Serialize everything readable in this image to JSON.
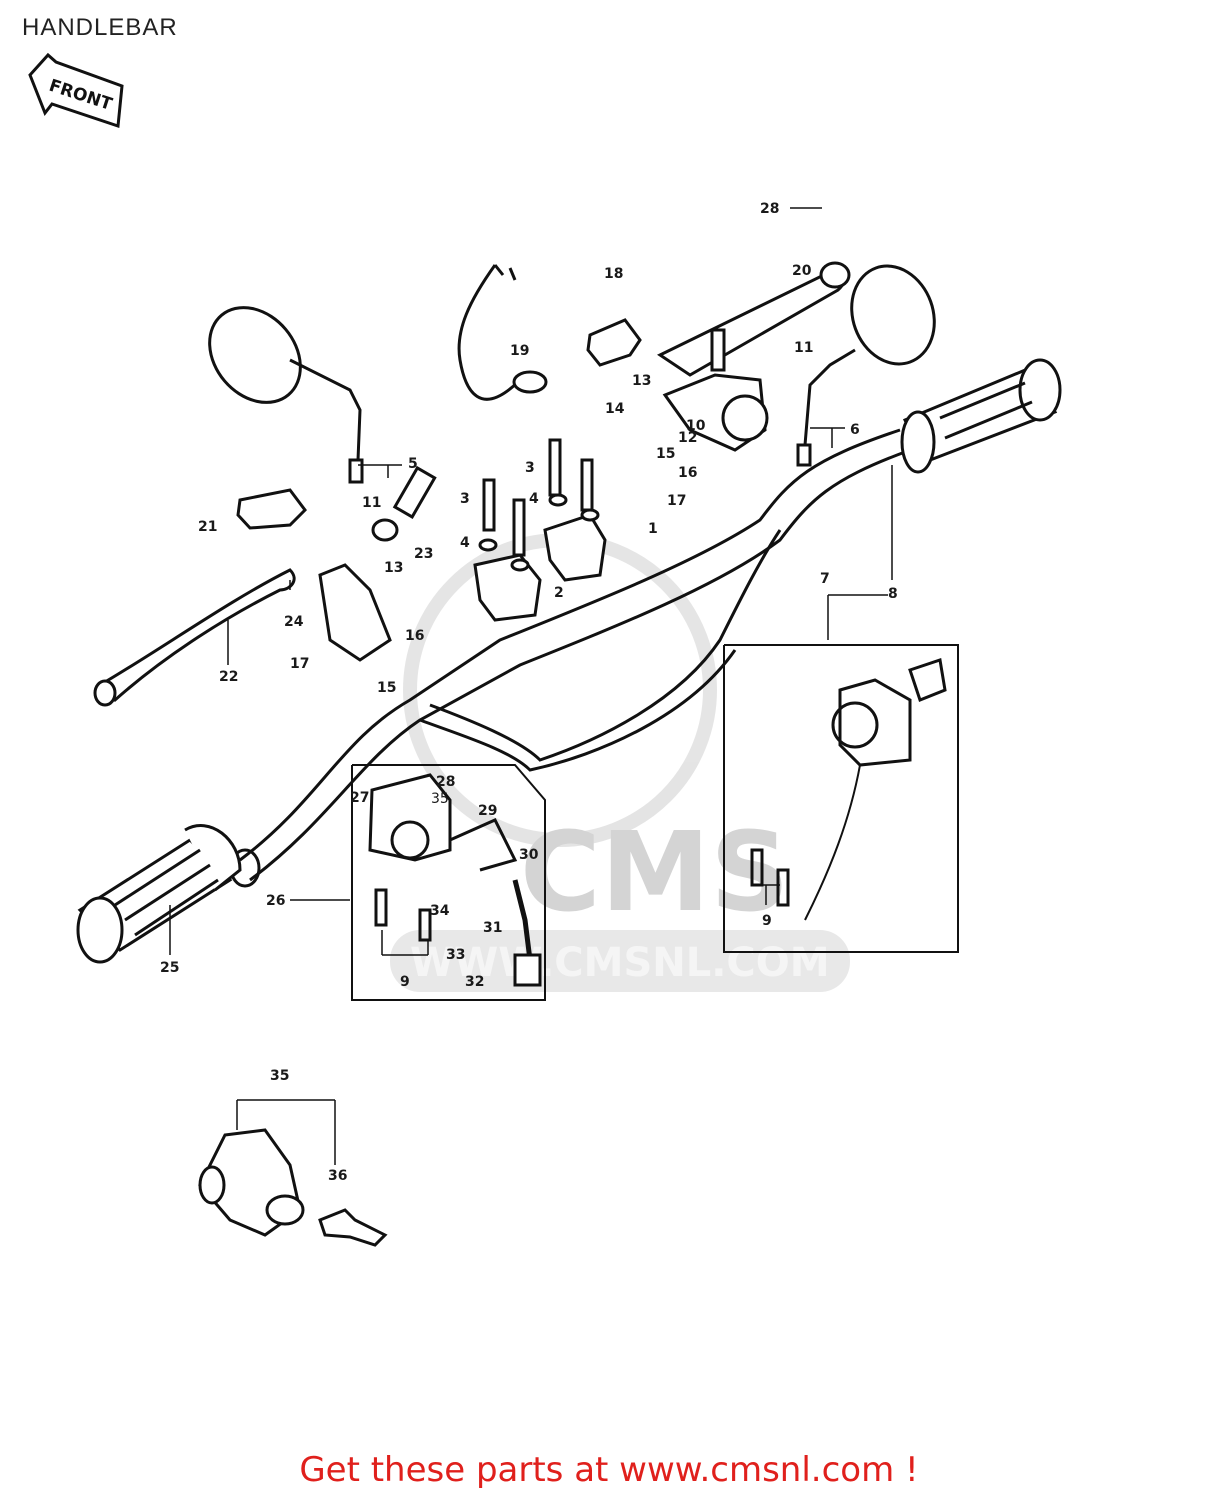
{
  "title": "HANDLEBAR",
  "front_label": "FRONT",
  "watermark": {
    "brand": "CMS",
    "url": "WWW.CMSNL.COM"
  },
  "footer": {
    "text": "Get these parts at www.cmsnl.com !",
    "color": "#e0201c"
  },
  "callouts": [
    {
      "id": "c1",
      "label": "1"
    },
    {
      "id": "c2",
      "label": "2"
    },
    {
      "id": "c3a",
      "label": "3"
    },
    {
      "id": "c3b",
      "label": "3"
    },
    {
      "id": "c4a",
      "label": "4"
    },
    {
      "id": "c4b",
      "label": "4"
    },
    {
      "id": "c5",
      "label": "5"
    },
    {
      "id": "c6",
      "label": "6"
    },
    {
      "id": "c7",
      "label": "7"
    },
    {
      "id": "c8",
      "label": "8"
    },
    {
      "id": "c9a",
      "label": "9"
    },
    {
      "id": "c9b",
      "label": "9"
    },
    {
      "id": "c10",
      "label": "10"
    },
    {
      "id": "c11a",
      "label": "11"
    },
    {
      "id": "c11b",
      "label": "11"
    },
    {
      "id": "c12",
      "label": "12"
    },
    {
      "id": "c13a",
      "label": "13"
    },
    {
      "id": "c13b",
      "label": "13"
    },
    {
      "id": "c14",
      "label": "14"
    },
    {
      "id": "c15a",
      "label": "15"
    },
    {
      "id": "c15b",
      "label": "15"
    },
    {
      "id": "c16a",
      "label": "16"
    },
    {
      "id": "c16b",
      "label": "16"
    },
    {
      "id": "c17a",
      "label": "17"
    },
    {
      "id": "c17b",
      "label": "17"
    },
    {
      "id": "c18",
      "label": "18"
    },
    {
      "id": "c19",
      "label": "19"
    },
    {
      "id": "c20",
      "label": "20"
    },
    {
      "id": "c21",
      "label": "21"
    },
    {
      "id": "c22",
      "label": "22"
    },
    {
      "id": "c23",
      "label": "23"
    },
    {
      "id": "c24",
      "label": "24"
    },
    {
      "id": "c25",
      "label": "25"
    },
    {
      "id": "c26",
      "label": "26"
    },
    {
      "id": "c27",
      "label": "27"
    },
    {
      "id": "c28a",
      "label": "28"
    },
    {
      "id": "c28b",
      "label": "28"
    },
    {
      "id": "c29",
      "label": "29"
    },
    {
      "id": "c30",
      "label": "30"
    },
    {
      "id": "c31",
      "label": "31"
    },
    {
      "id": "c32",
      "label": "32"
    },
    {
      "id": "c33",
      "label": "33"
    },
    {
      "id": "c34",
      "label": "34"
    },
    {
      "id": "c35a",
      "label": "35"
    },
    {
      "id": "c35b",
      "label": "35"
    },
    {
      "id": "c36",
      "label": "36"
    }
  ]
}
